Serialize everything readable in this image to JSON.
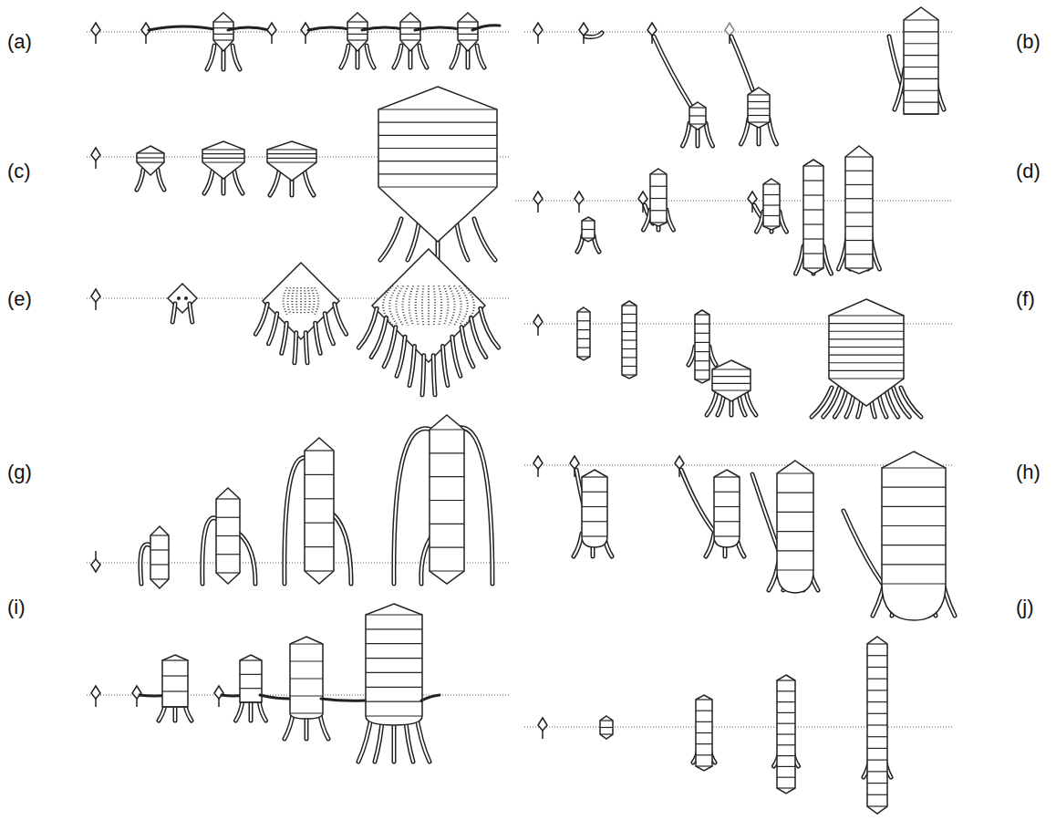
{
  "diagram": {
    "labels": [
      "(a)",
      "(b)",
      "(c)",
      "(d)",
      "(e)",
      "(f)",
      "(g)",
      "(h)",
      "(i)",
      "(j)"
    ]
  }
}
